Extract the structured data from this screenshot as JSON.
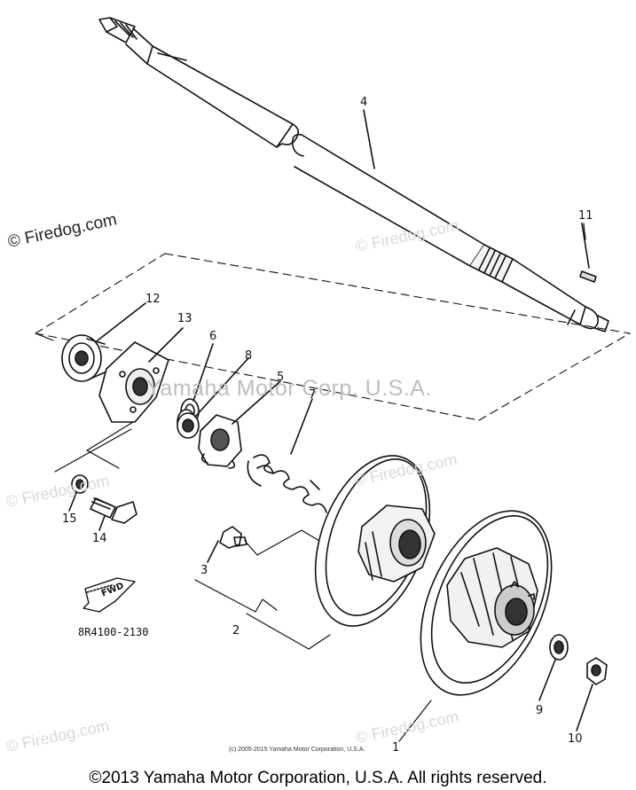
{
  "watermarks": {
    "main": "© Firedog.com",
    "faint": "© Firedog.com",
    "brand": "Yamaha Motor Corp, U.S.A."
  },
  "callouts": {
    "c1": "1",
    "c2": "2",
    "c3": "3",
    "c4": "4",
    "c5": "5",
    "c6": "6",
    "c7": "7",
    "c8": "8",
    "c9": "9",
    "c10": "10",
    "c11": "11",
    "c12": "12",
    "c13": "13",
    "c14": "14",
    "c15": "15"
  },
  "fwd_label": "FWD",
  "part_code": "8R4100-2130",
  "credit_small": "(c) 2005-2015 Yamaha Motor Corporation, U.S.A.",
  "footer": "©2013 Yamaha Motor Corporation, U.S.A. All rights reserved."
}
